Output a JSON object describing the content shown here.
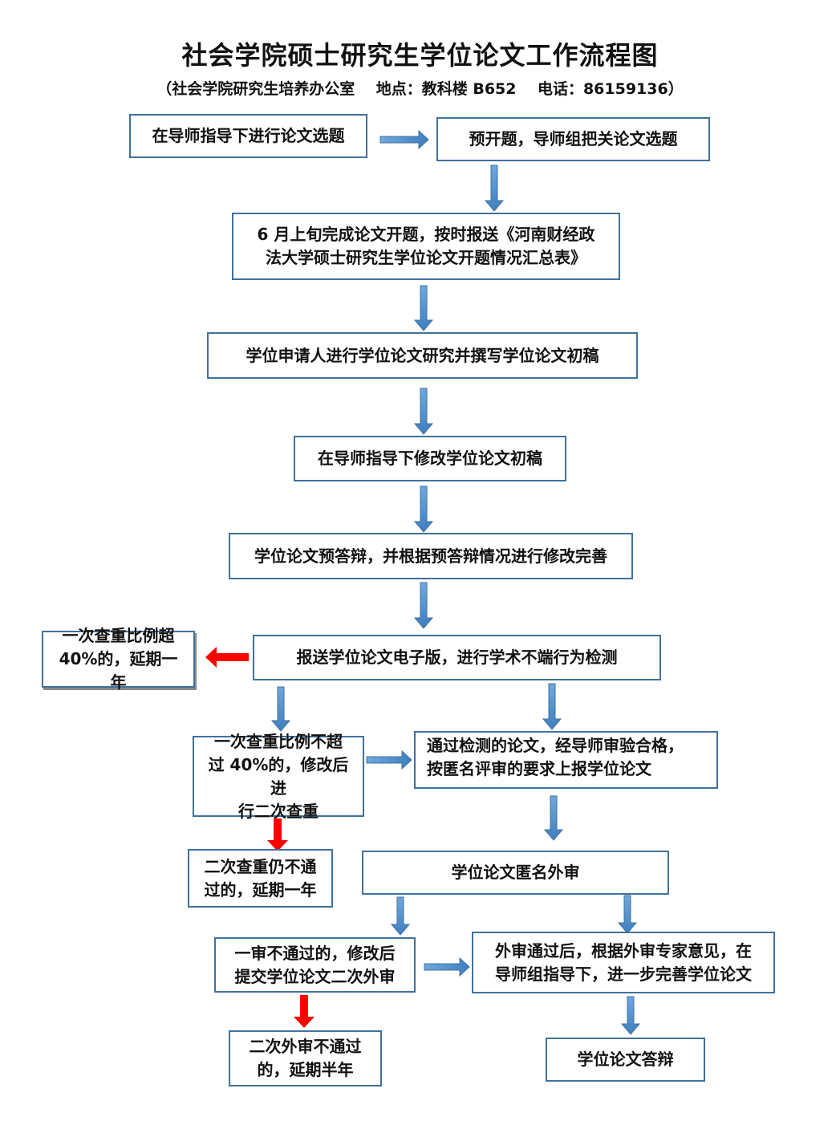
{
  "title": "社会学院硕士研究生学位论文工作流程图",
  "subtitle": "（社会学院研究生培养办公室    地点：教科楼 B652    电话：86159136）",
  "colors": {
    "box_border": "#41719c",
    "arrow_blue": "#5b9bd5",
    "arrow_red": "#ff0000"
  },
  "nodes": {
    "topic_select": "在导师指导下进行论文选题",
    "pre_proposal": "预开题，导师组把关论文选题",
    "proposal_l1": "6 月上旬完成论文开题，按时报送《河南财经政",
    "proposal_l2": "法大学硕士研究生学位论文开题情况汇总表》",
    "draft": "学位申请人进行学位论文研究并撰写学位论文初稿",
    "revise_draft": "在导师指导下修改学位论文初稿",
    "pre_defense": "学位论文预答辩，并根据预答辩情况进行修改完善",
    "plagiarism_check": "报送学位论文电子版，进行学术不端行为检测",
    "over40_l1": "一次查重比例超",
    "over40_l2": "40%的，延期一年",
    "under40_l1": "一次查重比例不超",
    "under40_l2": "过 40%的，修改后进",
    "under40_l3": "行二次查重",
    "passed_check_l1": "通过检测的论文，经导师审验合格，",
    "passed_check_l2": "按匿名评审的要求上报学位论文",
    "second_fail_l1": "二次查重仍不通",
    "second_fail_l2": "过的，延期一年",
    "blind_review": "学位论文匿名外审",
    "first_review_fail_l1": "一审不通过的，修改后",
    "first_review_fail_l2": "提交学位论文二次外审",
    "review_pass_l1": "外审通过后，根据外审专家意见，在",
    "review_pass_l2": "导师组指导下，进一步完善学位论文",
    "second_review_fail_l1": "二次外审不通过",
    "second_review_fail_l2": "的，延期半年",
    "defense": "学位论文答辩"
  }
}
